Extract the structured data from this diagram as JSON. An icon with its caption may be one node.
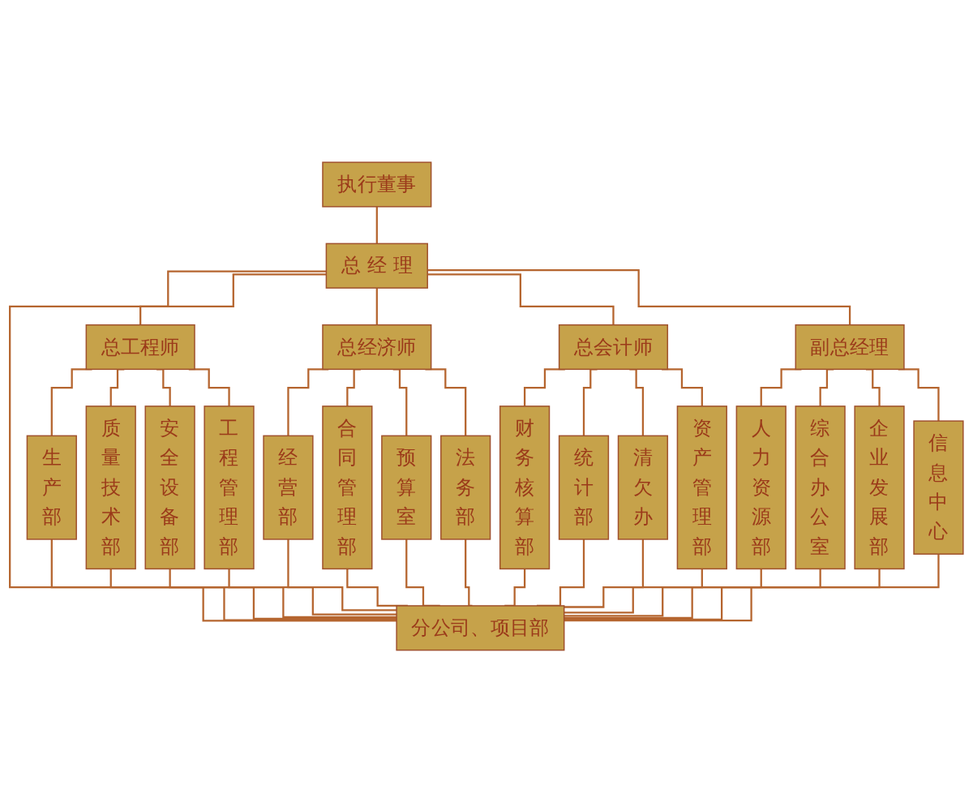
{
  "diagram": {
    "nodes": [
      {
        "text": [
          "执行董事"
        ]
      },
      {
        "text": [
          "总 经 理"
        ]
      },
      {
        "text": [
          "总工程师"
        ]
      },
      {
        "text": [
          "总经济师"
        ]
      },
      {
        "text": [
          "总会计师"
        ]
      },
      {
        "text": [
          "副总经理"
        ]
      },
      {
        "text": [
          "生产部"
        ]
      },
      {
        "text": [
          "质量技术部"
        ]
      },
      {
        "text": [
          "安全设备部"
        ]
      },
      {
        "text": [
          "工程管理部"
        ]
      },
      {
        "text": [
          "经营部"
        ]
      },
      {
        "text": [
          "合同管理部"
        ]
      },
      {
        "text": [
          "预算室"
        ]
      },
      {
        "text": [
          "法务部"
        ]
      },
      {
        "text": [
          "财务核算部"
        ]
      },
      {
        "text": [
          "统计部"
        ]
      },
      {
        "text": [
          "清欠办"
        ]
      },
      {
        "text": [
          "资产管理部"
        ]
      },
      {
        "text": [
          "人力资源部"
        ]
      },
      {
        "text": [
          "综合办公室"
        ]
      },
      {
        "text": [
          "企业发展部"
        ]
      },
      {
        "text": [
          "信息中心"
        ]
      },
      {
        "text": [
          "分公司、项目部"
        ]
      }
    ],
    "edges": [
      {
        "from": 0,
        "to": 1,
        "arrow": "none"
      },
      {
        "from": 1,
        "to": 2,
        "arrow": "none"
      },
      {
        "from": 1,
        "to": 3,
        "arrow": "none"
      },
      {
        "from": 1,
        "to": 4,
        "arrow": "none"
      },
      {
        "from": 1,
        "to": 5,
        "arrow": "none"
      },
      {
        "from": 2,
        "to": 6,
        "arrow": "none"
      },
      {
        "from": 2,
        "to": 7,
        "arrow": "none"
      },
      {
        "from": 2,
        "to": 8,
        "arrow": "none"
      },
      {
        "from": 2,
        "to": 9,
        "arrow": "none"
      },
      {
        "from": 3,
        "to": 10,
        "arrow": "none"
      },
      {
        "from": 3,
        "to": 11,
        "arrow": "none"
      },
      {
        "from": 3,
        "to": 12,
        "arrow": "none"
      },
      {
        "from": 3,
        "to": 13,
        "arrow": "none"
      },
      {
        "from": 4,
        "to": 14,
        "arrow": "none"
      },
      {
        "from": 4,
        "to": 15,
        "arrow": "none"
      },
      {
        "from": 4,
        "to": 16,
        "arrow": "none"
      },
      {
        "from": 4,
        "to": 17,
        "arrow": "none"
      },
      {
        "from": 5,
        "to": 18,
        "arrow": "none"
      },
      {
        "from": 5,
        "to": 19,
        "arrow": "none"
      },
      {
        "from": 5,
        "to": 20,
        "arrow": "none"
      },
      {
        "from": 5,
        "to": 21,
        "arrow": "none"
      },
      {
        "from": 1,
        "to": 22,
        "arrow": "none"
      },
      {
        "from": 6,
        "to": 22,
        "arrow": "none"
      },
      {
        "from": 7,
        "to": 22,
        "arrow": "none"
      },
      {
        "from": 8,
        "to": 22,
        "arrow": "none"
      },
      {
        "from": 9,
        "to": 22,
        "arrow": "none"
      },
      {
        "from": 10,
        "to": 22,
        "arrow": "none"
      },
      {
        "from": 11,
        "to": 22,
        "arrow": "none"
      },
      {
        "from": 12,
        "to": 22,
        "arrow": "none"
      },
      {
        "from": 13,
        "to": 22,
        "arrow": "none"
      },
      {
        "from": 14,
        "to": 22,
        "arrow": "none"
      },
      {
        "from": 15,
        "to": 22,
        "arrow": "none"
      },
      {
        "from": 16,
        "to": 22,
        "arrow": "none"
      },
      {
        "from": 17,
        "to": 22,
        "arrow": "none"
      },
      {
        "from": 18,
        "to": 22,
        "arrow": "none"
      },
      {
        "from": 19,
        "to": 22,
        "arrow": "none"
      },
      {
        "from": 20,
        "to": 22,
        "arrow": "none"
      },
      {
        "from": 21,
        "to": 22,
        "arrow": "none"
      }
    ]
  }
}
